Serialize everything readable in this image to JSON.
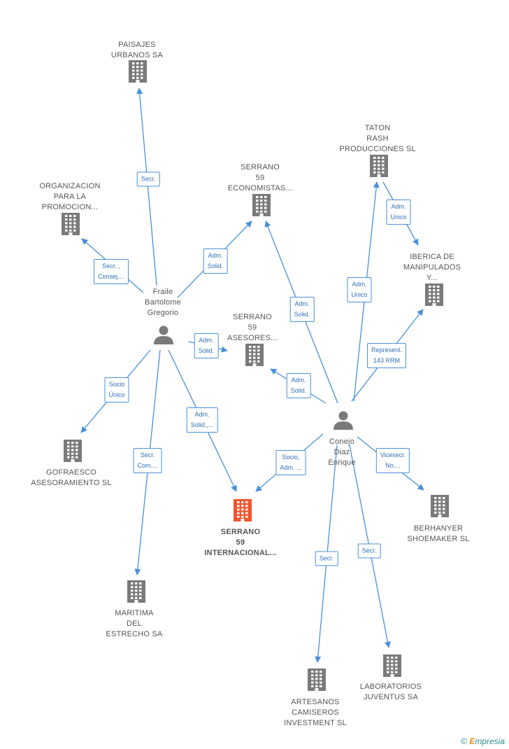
{
  "colors": {
    "building": "#7a7a7a",
    "main_building": "#f2542d",
    "person": "#7a7a7a",
    "edge": "#4a90d9",
    "label_text": "#555555"
  },
  "nodes": [
    {
      "id": "paisajes",
      "kind": "company",
      "label": "PAISAJES\nURBANOS SA"
    },
    {
      "id": "organizacion",
      "kind": "company",
      "label": "ORGANIZACION\nPARA LA\nPROMOCION..."
    },
    {
      "id": "economistas",
      "kind": "company",
      "label": "SERRANO\n59\nECONOMISTAS..."
    },
    {
      "id": "taton",
      "kind": "company",
      "label": "TATON\nRASH\nPRODUCCIONES SL"
    },
    {
      "id": "iberica",
      "kind": "company",
      "label": "IBERICA DE\nMANIPULADOS\nY..."
    },
    {
      "id": "asesores",
      "kind": "company",
      "label": "SERRANO\n59\nASESORES..."
    },
    {
      "id": "fraile",
      "kind": "person",
      "label": "Fraile\nBartolome\nGregorio"
    },
    {
      "id": "conejo",
      "kind": "person",
      "label": "Conejo\nDiaz\nEnrique"
    },
    {
      "id": "gofraesco",
      "kind": "company",
      "label": "GOFRAESCO\nASESORAMIENTO SL"
    },
    {
      "id": "internacional",
      "kind": "main",
      "label": "SERRANO\n59\nINTERNACIONAL..."
    },
    {
      "id": "berhanyer",
      "kind": "company",
      "label": "BERHANYER\nSHOEMAKER SL"
    },
    {
      "id": "maritima",
      "kind": "company",
      "label": "MARITIMA\nDEL\nESTRECHO SA"
    },
    {
      "id": "artesanos",
      "kind": "company",
      "label": "ARTESANOS\nCAMISEROS\nINVESTMENT SL"
    },
    {
      "id": "laboratorios",
      "kind": "company",
      "label": "LABORATORIOS\nJUVENTUS SA"
    }
  ],
  "edges": [
    {
      "from": "fraile",
      "to": "paisajes",
      "label": "Secr."
    },
    {
      "from": "fraile",
      "to": "organizacion",
      "label": "Secr. ,\nConsej...."
    },
    {
      "from": "fraile",
      "to": "economistas",
      "label": "Adm.\nSolid."
    },
    {
      "from": "fraile",
      "to": "asesores",
      "label": "Adm.\nSolid."
    },
    {
      "from": "fraile",
      "to": "gofraesco",
      "label": "Socio\nÚnico"
    },
    {
      "from": "fraile",
      "to": "maritima",
      "label": "Secr.\nCom...."
    },
    {
      "from": "fraile",
      "to": "internacional",
      "label": "Adm.\nSolid.,..."
    },
    {
      "from": "conejo",
      "to": "economistas",
      "label": "Adm.\nSolid."
    },
    {
      "from": "conejo",
      "to": "taton",
      "label": "Adm.\nUnico"
    },
    {
      "from": "taton",
      "to": "iberica",
      "label": "Adm.\nUnico"
    },
    {
      "from": "conejo",
      "to": "iberica",
      "label": "Represent.\n143 RRM"
    },
    {
      "from": "conejo",
      "to": "asesores",
      "label": "Adm.\nSolid."
    },
    {
      "from": "conejo",
      "to": "internacional",
      "label": "Socio,\nAdm. ..."
    },
    {
      "from": "conejo",
      "to": "berhanyer",
      "label": "Vicesecr.\nNo...."
    },
    {
      "from": "conejo",
      "to": "artesanos",
      "label": "Secr."
    },
    {
      "from": "conejo",
      "to": "laboratorios",
      "label": "Secr."
    }
  ],
  "branding": {
    "copyright": "©",
    "brand_initial": "E",
    "brand_rest": "mpresia"
  }
}
